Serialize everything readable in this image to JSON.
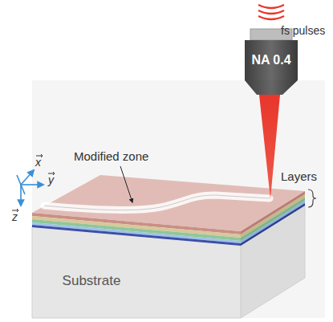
{
  "diagram": {
    "nodes": [
      {
        "text": [
          "NA 0.4"
        ]
      },
      {
        "text": [
          "Substrate"
        ]
      }
    ],
    "labels": [
      "fs pulses",
      "Modified zone",
      "Layers",
      "x",
      "y",
      "z"
    ]
  }
}
